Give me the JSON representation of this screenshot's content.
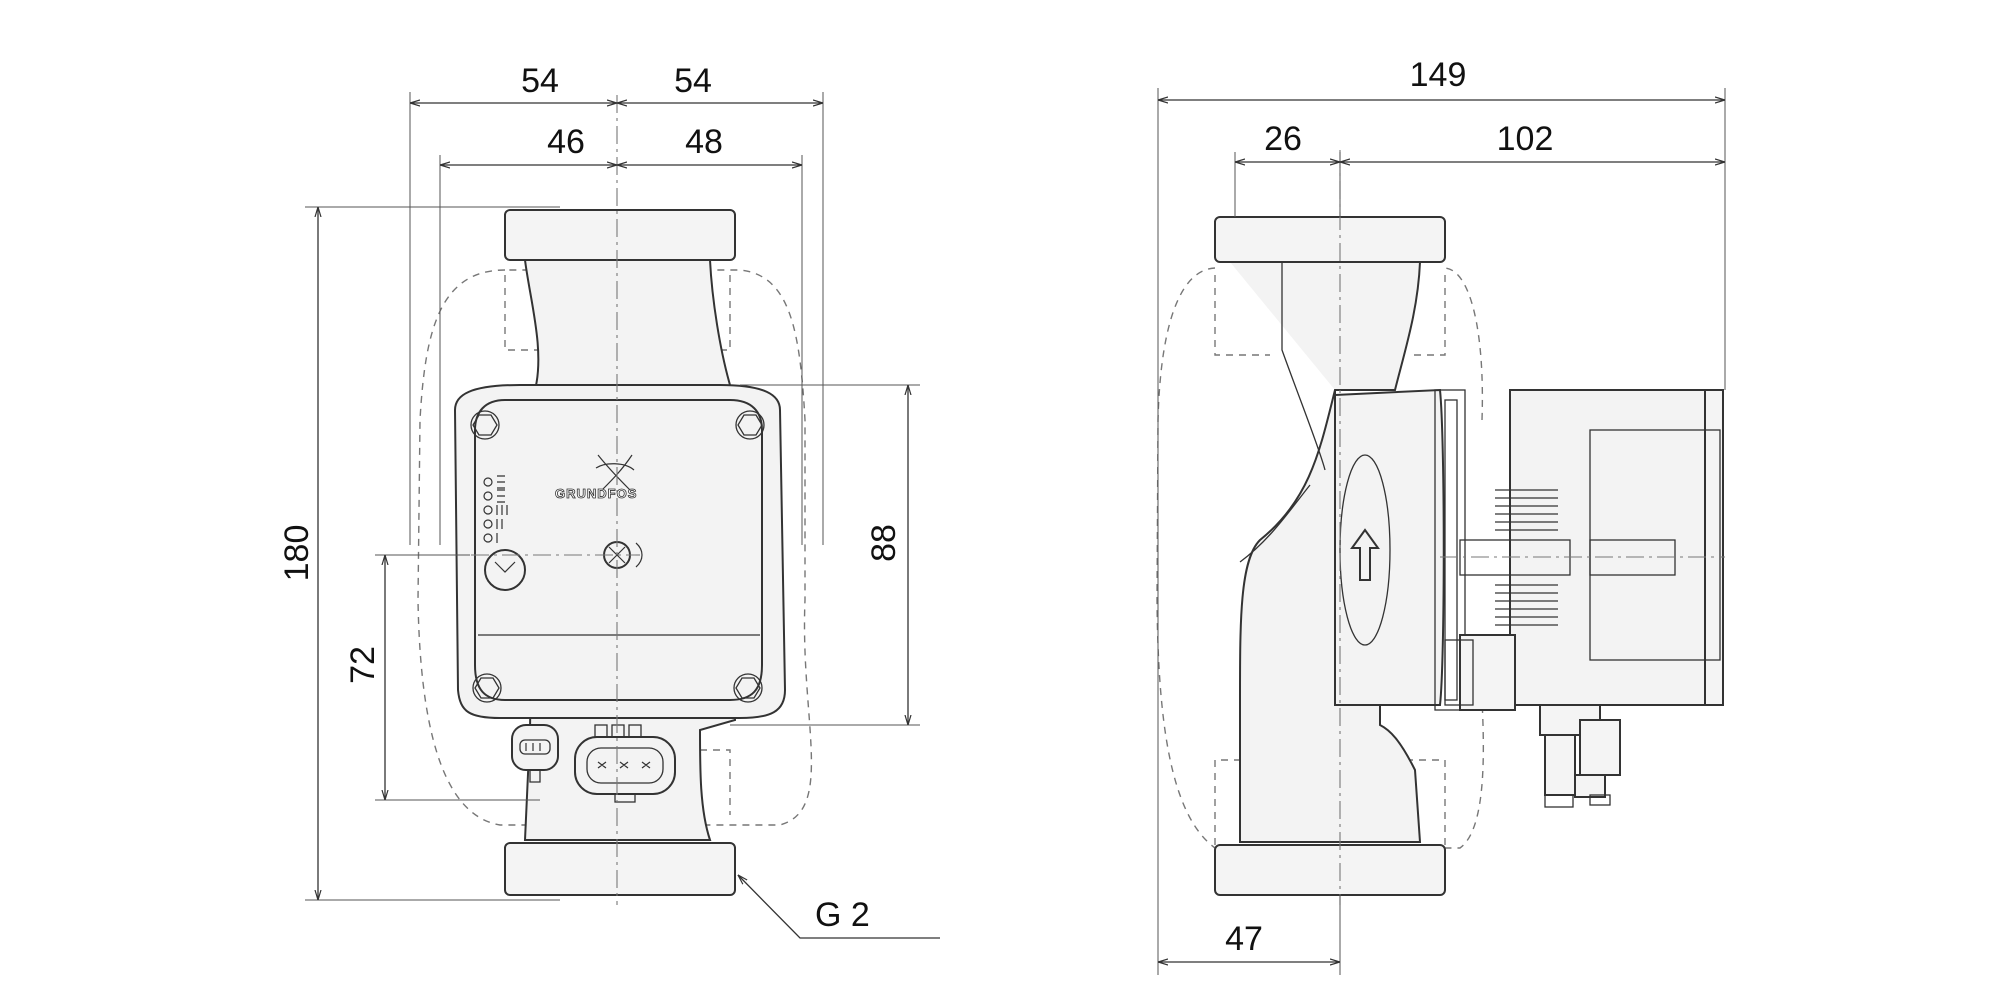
{
  "front_view": {
    "dimensions": {
      "width_left": "54",
      "width_right": "54",
      "inner_left": "46",
      "inner_right": "48",
      "total_height": "180",
      "lower_height": "72",
      "box_height": "88"
    },
    "thread_label": "G 2",
    "brand": "GRUNDFOS"
  },
  "side_view": {
    "dimensions": {
      "total_length": "149",
      "flange_offset": "26",
      "motor_length": "102",
      "bottom_offset": "47"
    }
  }
}
